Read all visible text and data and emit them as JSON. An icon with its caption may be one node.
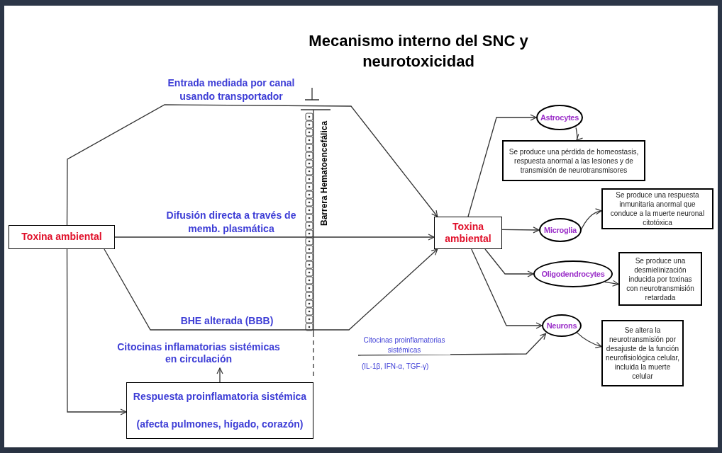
{
  "diagram": {
    "title": "Mecanismo interno del SNC y neurotoxicidad",
    "nodes": [
      {
        "text": [
          "Toxina ambiental"
        ]
      },
      {
        "text": [
          "Respuesta proinflamatoria sistémica",
          "(afecta pulmones, hígado, corazón)"
        ]
      },
      {
        "text": [
          "Toxina ambiental"
        ]
      },
      {
        "text": [
          "Astrocytes"
        ]
      },
      {
        "text": [
          "Microglia"
        ]
      },
      {
        "text": [
          "Oligodendrocytes"
        ]
      },
      {
        "text": [
          "Neurons"
        ]
      },
      {
        "text": [
          "Se produce una pérdida de homeostasis, respuesta anormal a las lesiones y de transmisión de neurotransmisores"
        ]
      },
      {
        "text": [
          "Se produce una respuesta inmunitaria anormal que conduce a la muerte neuronal citotóxica"
        ]
      },
      {
        "text": [
          "Se produce una desmielinización inducida por toxinas con neurotransmisión retardada"
        ]
      },
      {
        "text": [
          "Se altera la neurotransmisión por desajuste de la función neurofisiológica celular, incluida la muerte celular"
        ]
      },
      {
        "text": [
          "Citocinas inflamatorias sistémicas en circulación"
        ]
      }
    ],
    "edges": [
      {
        "from": 0,
        "to": 2,
        "arrow": "to",
        "label": "Entrada mediada por canal usando transportador"
      },
      {
        "from": 0,
        "to": 2,
        "arrow": "to",
        "label": "Difusión directa a través de memb. plasmática"
      },
      {
        "from": 0,
        "to": 2,
        "arrow": "to",
        "label": "BHE alterada (BBB)"
      },
      {
        "from": 0,
        "to": 1,
        "arrow": "to"
      },
      {
        "from": 1,
        "to": 11,
        "arrow": "to"
      },
      {
        "from": null,
        "to": 6,
        "arrow": "to",
        "label": "Citocinas proinflamatorias sistémicas"
      },
      {
        "from": 2,
        "to": 3,
        "arrow": "to"
      },
      {
        "from": 2,
        "to": 4,
        "arrow": "to"
      },
      {
        "from": 2,
        "to": 5,
        "arrow": "to"
      },
      {
        "from": 2,
        "to": 6,
        "arrow": "to"
      },
      {
        "from": 3,
        "to": 7,
        "arrow": "to"
      },
      {
        "from": 4,
        "to": 8,
        "arrow": "to"
      },
      {
        "from": 5,
        "to": 9,
        "arrow": "to"
      },
      {
        "from": 6,
        "to": 10,
        "arrow": "to"
      }
    ],
    "labels": [
      "Barrera Hematoencefálica",
      "(IL-1β, IFN-α, TGF-γ)"
    ]
  }
}
